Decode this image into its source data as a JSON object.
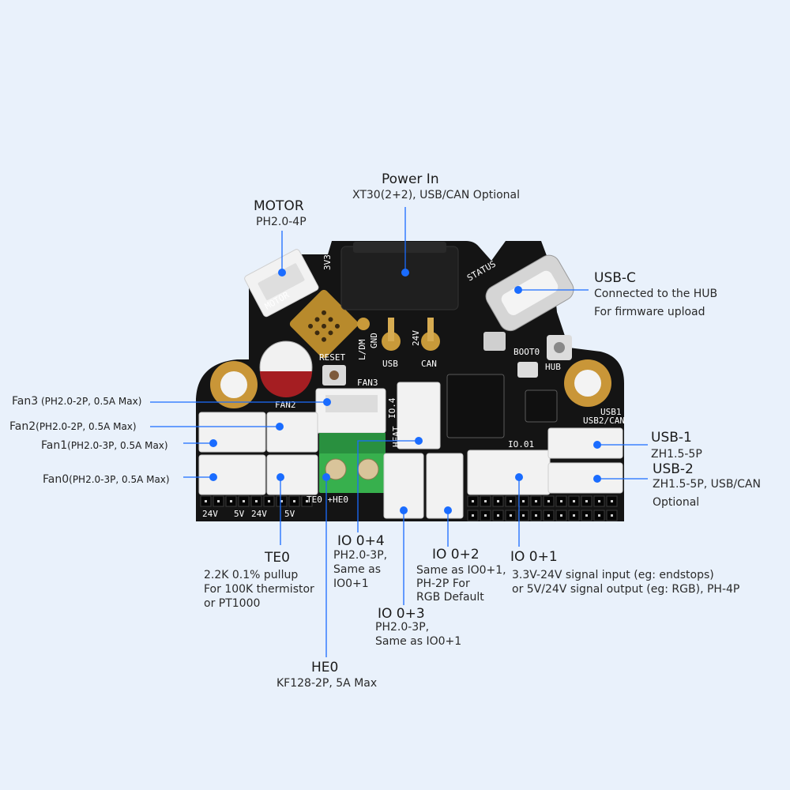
{
  "colors": {
    "background": "#e9f1fb",
    "pcb": "#141414",
    "connector": "#f2f2f2",
    "terminal": "#2fa84a",
    "dot": "#1a6cff"
  },
  "board": {
    "silkscreen": {
      "motor": "MOTOR",
      "v3": "3V3",
      "status": "STATUS",
      "ldm": "L/DM",
      "gnd": "GND",
      "v24": "24V",
      "usb": "USB",
      "can": "CAN",
      "reset": "RESET",
      "boot0": "BOOT0",
      "hub": "HUB",
      "fan3": "FAN3",
      "fan2": "FAN2",
      "io4": "IO.4",
      "heat": "HEAT",
      "io01": "IO.01",
      "usb1": "USB1",
      "usb2can": "USB2/CAN",
      "te0he0": "TE0 +HE0",
      "pin24v_a": "24V",
      "pin5v_a": "5V",
      "pin24v_b": "24V",
      "pin5v_b": "5V"
    }
  },
  "callouts": {
    "power_in": {
      "title": "Power In",
      "sub": "XT30(2+2), USB/CAN Optional"
    },
    "motor": {
      "title": "MOTOR",
      "sub": "PH2.0-4P"
    },
    "usb_c": {
      "title": "USB-C",
      "line1": "Connected to the HUB",
      "line2": "For firmware upload"
    },
    "fan3": {
      "name": "Fan3",
      "spec": " (PH2.0-2P, 0.5A Max)"
    },
    "fan2": {
      "name": "Fan2",
      "spec": "(PH2.0-2P, 0.5A Max)"
    },
    "fan1": {
      "name": "Fan1",
      "spec": "(PH2.0-3P, 0.5A Max)"
    },
    "fan0": {
      "name": "Fan0",
      "spec": "(PH2.0-3P, 0.5A Max)"
    },
    "usb1": {
      "title": "USB-1",
      "sub": "ZH1.5-5P"
    },
    "usb2": {
      "title": "USB-2",
      "line1": "ZH1.5-5P, USB/CAN",
      "line2": "Optional"
    },
    "te0": {
      "title": "TE0",
      "line1": "2.2K 0.1% pullup",
      "line2": "For 100K thermistor",
      "line3": "or PT1000"
    },
    "io04": {
      "title": "IO 0+4",
      "line1": "PH2.0-3P,",
      "line2": "Same as",
      "line3": "IO0+1"
    },
    "io02": {
      "title": "IO 0+2",
      "line1": "Same as IO0+1,",
      "line2": "PH-2P For",
      "line3": "RGB Default"
    },
    "io01": {
      "title": "IO 0+1",
      "line1": "3.3V-24V signal input (eg: endstops)",
      "line2": "or 5V/24V signal output (eg: RGB), PH-4P"
    },
    "io03": {
      "title": "IO 0+3",
      "line1": "PH2.0-3P,",
      "line2": "Same as IO0+1"
    },
    "he0": {
      "title": "HE0",
      "sub": "KF128-2P, 5A Max"
    }
  }
}
